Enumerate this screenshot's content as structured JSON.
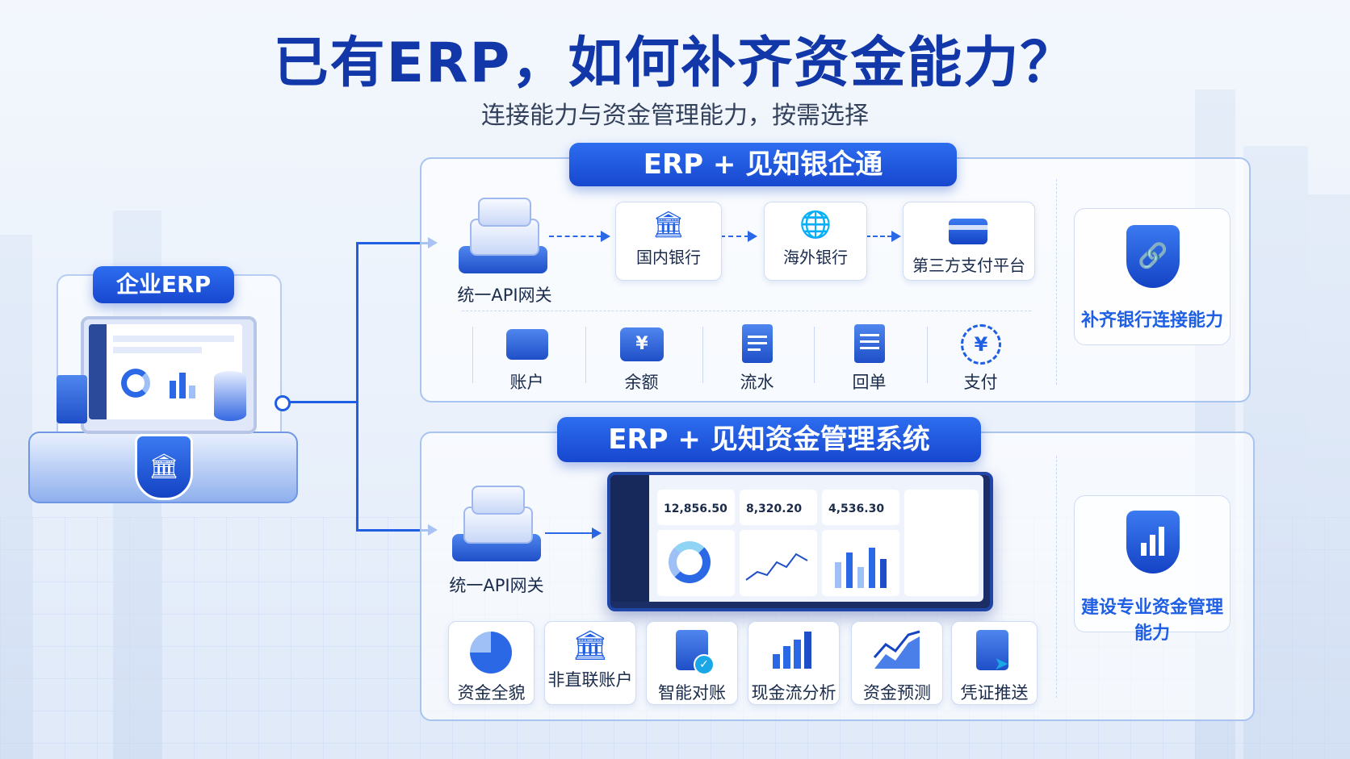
{
  "title": "已有ERP，如何补齐资金能力？",
  "subtitle": "连接能力与资金管理能力，按需选择",
  "erp": {
    "label": "企业ERP"
  },
  "section1": {
    "ribbon": "ERP + 见知银企通",
    "gateway_label": "统一API网关",
    "channels": [
      {
        "label": "国内银行",
        "icon": "bank-icon"
      },
      {
        "label": "海外银行",
        "icon": "globe-icon"
      },
      {
        "label": "第三方支付平台",
        "icon": "card-icon"
      }
    ],
    "features": [
      {
        "label": "账户",
        "icon": "account-card-icon"
      },
      {
        "label": "余额",
        "icon": "wallet-icon"
      },
      {
        "label": "流水",
        "icon": "statement-icon"
      },
      {
        "label": "回单",
        "icon": "receipt-icon"
      },
      {
        "label": "支付",
        "icon": "yen-exchange-icon"
      }
    ],
    "capability": "补齐银行连接能力"
  },
  "section2": {
    "ribbon": "ERP + 见知资金管理系统",
    "gateway_label": "统一API网关",
    "dashboard": {
      "kpis": [
        "12,856.50",
        "8,320.20",
        "4,536.30"
      ]
    },
    "features": [
      {
        "label": "资金全貌",
        "icon": "pie-icon"
      },
      {
        "label": "非直联账户",
        "icon": "bank-x-icon"
      },
      {
        "label": "智能对账",
        "icon": "clipboard-check-icon"
      },
      {
        "label": "现金流分析",
        "icon": "bar-trend-icon"
      },
      {
        "label": "资金预测",
        "icon": "area-trend-icon"
      },
      {
        "label": "凭证推送",
        "icon": "doc-send-icon"
      }
    ],
    "capability": "建设专业资金管理能力"
  },
  "colors": {
    "primary": "#1f5fe3",
    "title": "#1237a8",
    "ribbon": "#1747cf"
  }
}
